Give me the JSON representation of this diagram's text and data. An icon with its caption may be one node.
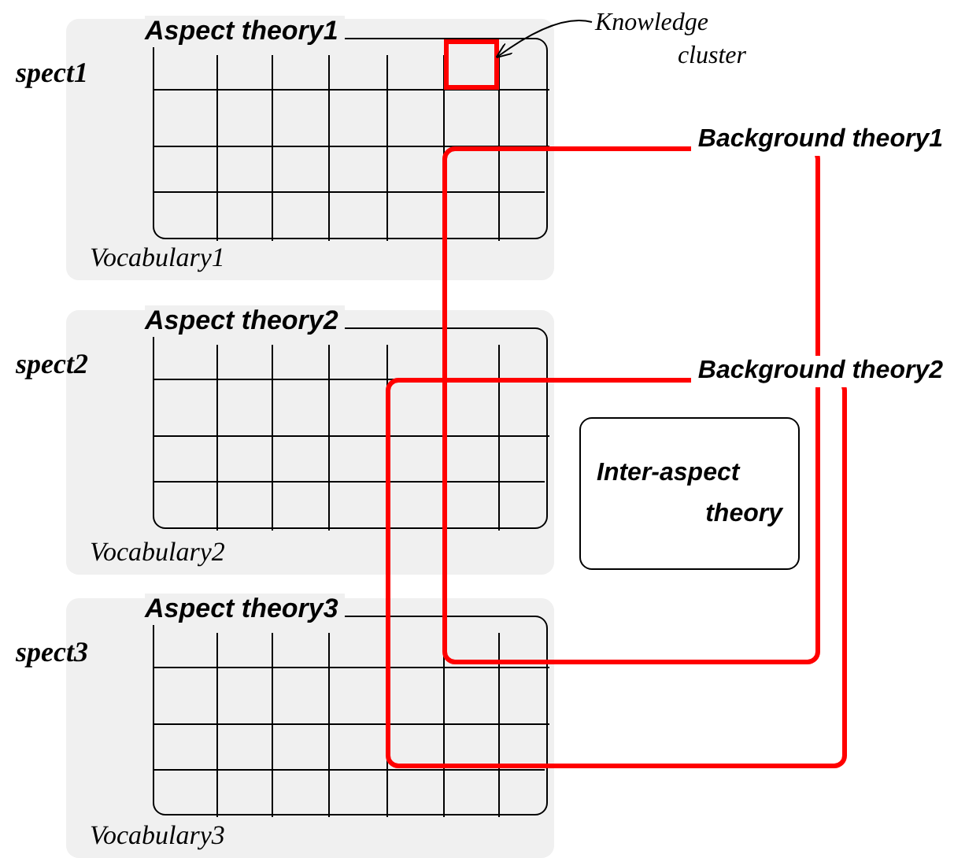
{
  "diagram": {
    "nodes": [
      {
        "text": [
          "Vocabulary1"
        ],
        "beside": [
          "spect1"
        ]
      },
      {
        "text": [
          "Aspect theory1"
        ],
        "in": 0
      },
      {
        "text": [],
        "shape": "box",
        "in": 1
      },
      {
        "text": [
          "Vocabulary2"
        ],
        "beside": [
          "spect2"
        ]
      },
      {
        "text": [
          "Aspect theory2"
        ],
        "in": 3
      },
      {
        "text": [
          "Vocabulary3"
        ],
        "beside": [
          "spect3"
        ]
      },
      {
        "text": [
          "Aspect theory3"
        ],
        "in": 5
      },
      {
        "text": [
          "Knowledge cluster"
        ]
      },
      {
        "text": [
          "Background theory1"
        ]
      },
      {
        "text": [
          "Background theory2"
        ]
      },
      {
        "text": [
          "Inter-aspect theory"
        ]
      }
    ],
    "edges": [
      {
        "from": 7,
        "to": 2,
        "arrow": "to"
      }
    ]
  }
}
